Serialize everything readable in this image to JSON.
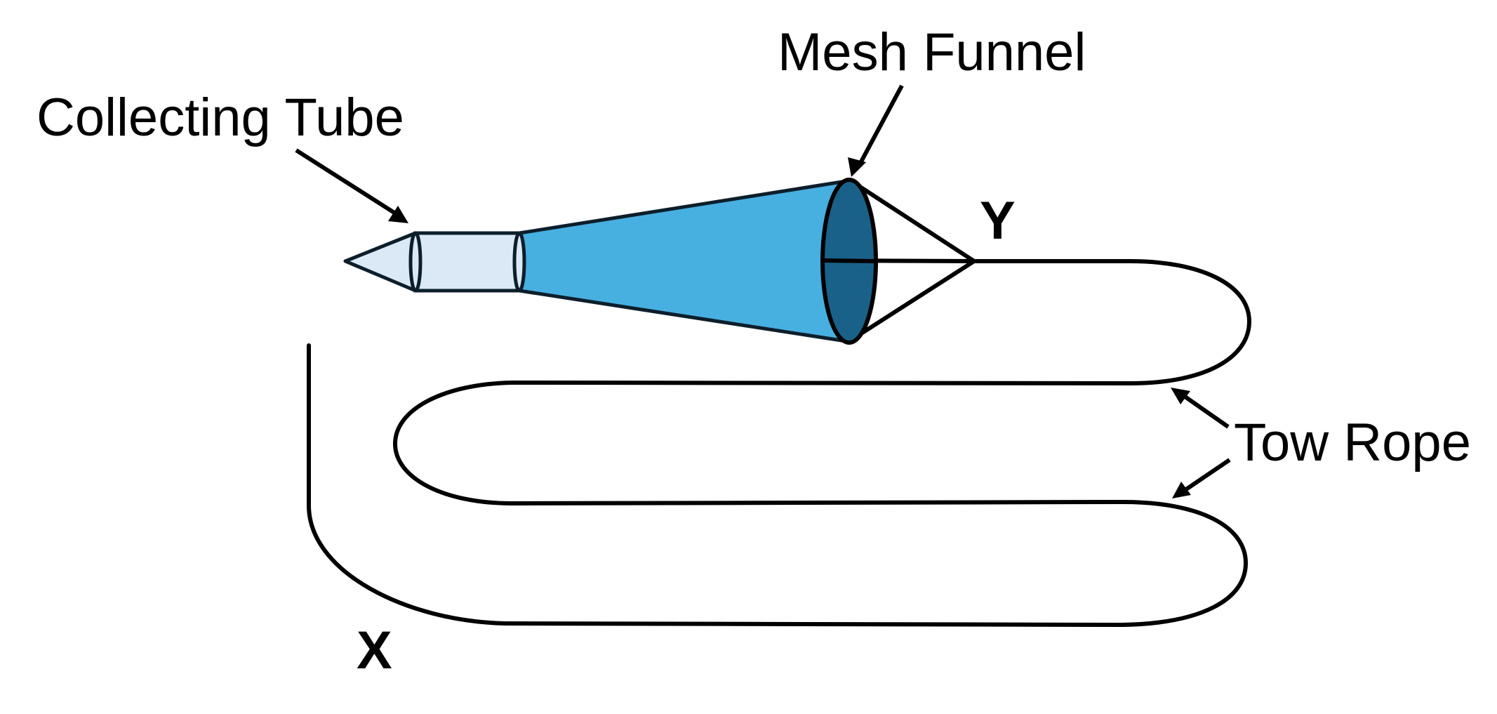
{
  "labels": {
    "mesh_funnel": "Mesh Funnel",
    "collecting_tube": "Collecting Tube",
    "tow_rope": "Tow Rope",
    "point_x": "X",
    "point_y": "Y"
  },
  "colors": {
    "funnel_body": "#47B0E0",
    "funnel_mouth": "#1A6189",
    "collecting_tube": "#DBE9F6",
    "outline": "#0D1E2B",
    "rope": "#000000"
  }
}
